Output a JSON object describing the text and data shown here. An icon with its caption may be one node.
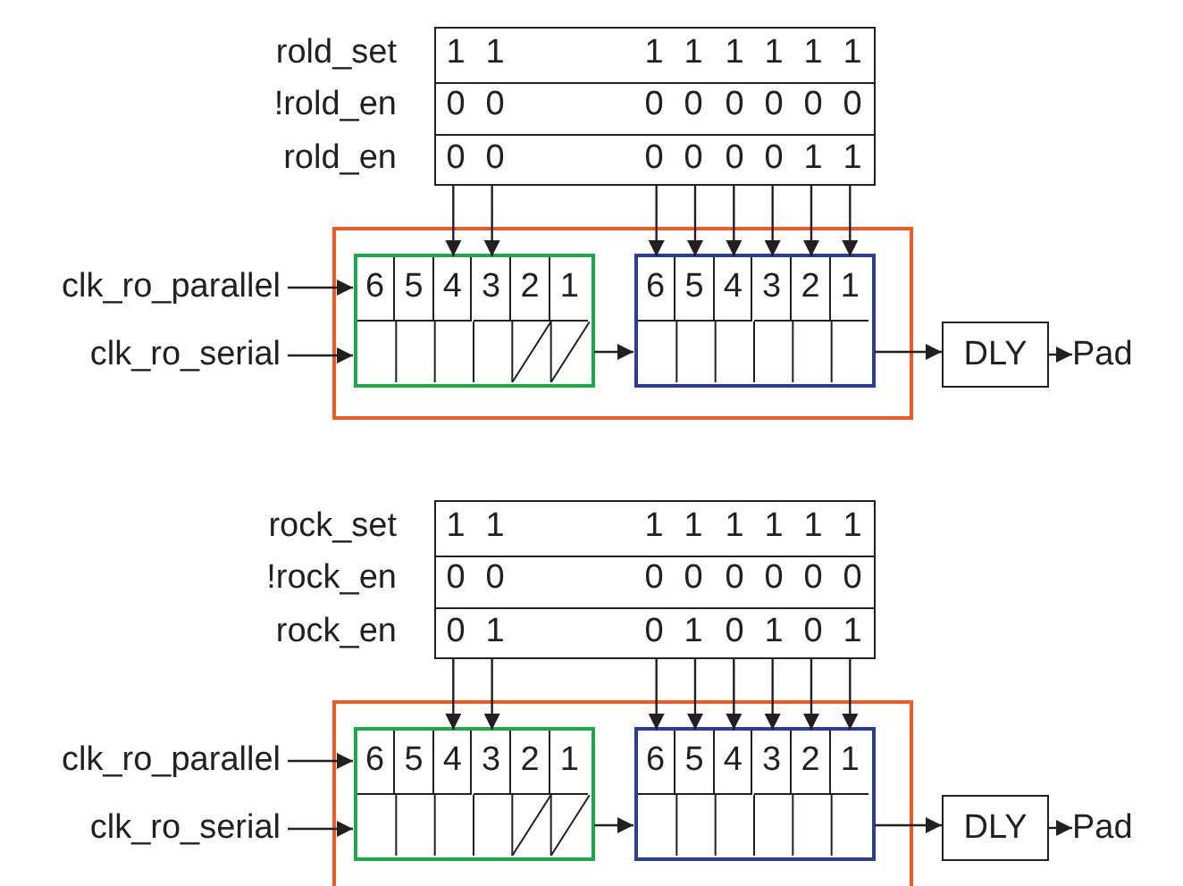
{
  "diagram": {
    "nodes": [
      {
        "text": [],
        "shape": "box"
      },
      {
        "text": [],
        "shape": "box"
      },
      {
        "text": [],
        "shape": "box",
        "in": 1
      },
      {
        "text": [
          "6"
        ],
        "in": 2
      },
      {
        "text": [
          "5"
        ],
        "in": 2
      },
      {
        "text": [
          "4"
        ],
        "in": 2
      },
      {
        "text": [
          "3"
        ],
        "in": 2
      },
      {
        "text": [
          "2"
        ],
        "in": 2
      },
      {
        "text": [
          "1"
        ],
        "in": 2
      },
      {
        "text": [],
        "shape": "box",
        "in": 1
      },
      {
        "text": [
          "6"
        ],
        "in": 9
      },
      {
        "text": [
          "5"
        ],
        "in": 9
      },
      {
        "text": [
          "4"
        ],
        "in": 9
      },
      {
        "text": [
          "3"
        ],
        "in": 9
      },
      {
        "text": [
          "2"
        ],
        "in": 9
      },
      {
        "text": [
          "1"
        ],
        "in": 9
      },
      {
        "text": [
          "clk_ro_parallel"
        ]
      },
      {
        "text": [
          "clk_ro_serial"
        ]
      },
      {
        "text": [
          "DLY"
        ]
      },
      {
        "text": [
          "Pad"
        ]
      },
      {
        "text": [],
        "shape": "box"
      },
      {
        "text": [],
        "shape": "box"
      },
      {
        "text": [],
        "shape": "box",
        "in": 21
      },
      {
        "text": [
          "6"
        ],
        "in": 22
      },
      {
        "text": [
          "5"
        ],
        "in": 22
      },
      {
        "text": [
          "4"
        ],
        "in": 22
      },
      {
        "text": [
          "3"
        ],
        "in": 22
      },
      {
        "text": [
          "2"
        ],
        "in": 22
      },
      {
        "text": [
          "1"
        ],
        "in": 22
      },
      {
        "text": [],
        "shape": "box",
        "in": 21
      },
      {
        "text": [
          "6"
        ],
        "in": 29
      },
      {
        "text": [
          "5"
        ],
        "in": 29
      },
      {
        "text": [
          "4"
        ],
        "in": 29
      },
      {
        "text": [
          "3"
        ],
        "in": 29
      },
      {
        "text": [
          "2"
        ],
        "in": 29
      },
      {
        "text": [
          "1"
        ],
        "in": 29
      },
      {
        "text": [
          "clk_ro_parallel"
        ]
      },
      {
        "text": [
          "clk_ro_serial"
        ]
      },
      {
        "text": [
          "DLY"
        ]
      },
      {
        "text": [
          "Pad"
        ]
      }
    ],
    "edges": [
      {
        "from": 16,
        "to": 2,
        "arrow": "to"
      },
      {
        "from": 17,
        "to": 2,
        "arrow": "to"
      },
      {
        "from": 2,
        "to": 9,
        "arrow": "to"
      },
      {
        "from": 9,
        "to": 18,
        "arrow": "to"
      },
      {
        "from": 18,
        "to": 19,
        "arrow": "to"
      },
      {
        "from": 0,
        "to": 5,
        "arrow": "to"
      },
      {
        "from": 0,
        "to": 6,
        "arrow": "to"
      },
      {
        "from": 0,
        "to": 10,
        "arrow": "to"
      },
      {
        "from": 0,
        "to": 11,
        "arrow": "to"
      },
      {
        "from": 0,
        "to": 12,
        "arrow": "to"
      },
      {
        "from": 0,
        "to": 13,
        "arrow": "to"
      },
      {
        "from": 0,
        "to": 14,
        "arrow": "to"
      },
      {
        "from": 0,
        "to": 15,
        "arrow": "to"
      },
      {
        "from": 36,
        "to": 22,
        "arrow": "to"
      },
      {
        "from": 37,
        "to": 22,
        "arrow": "to"
      },
      {
        "from": 22,
        "to": 29,
        "arrow": "to"
      },
      {
        "from": 29,
        "to": 38,
        "arrow": "to"
      },
      {
        "from": 38,
        "to": 39,
        "arrow": "to"
      },
      {
        "from": 20,
        "to": 25,
        "arrow": "to"
      },
      {
        "from": 20,
        "to": 26,
        "arrow": "to"
      },
      {
        "from": 20,
        "to": 30,
        "arrow": "to"
      },
      {
        "from": 20,
        "to": 31,
        "arrow": "to"
      },
      {
        "from": 20,
        "to": 32,
        "arrow": "to"
      },
      {
        "from": 20,
        "to": 33,
        "arrow": "to"
      },
      {
        "from": 20,
        "to": 34,
        "arrow": "to"
      },
      {
        "from": 20,
        "to": 35,
        "arrow": "to"
      }
    ],
    "labels": [
      "rold_set",
      "1",
      "1",
      "1",
      "1",
      "1",
      "1",
      "1",
      "1",
      "!rold_en",
      "0",
      "0",
      "0",
      "0",
      "0",
      "0",
      "0",
      "0",
      "rold_en",
      "0",
      "0",
      "0",
      "0",
      "0",
      "0",
      "1",
      "1",
      "rock_set",
      "1",
      "1",
      "1",
      "1",
      "1",
      "1",
      "1",
      "1",
      "!rock_en",
      "0",
      "0",
      "0",
      "0",
      "0",
      "0",
      "0",
      "0",
      "rock_en",
      "0",
      "1",
      "0",
      "1",
      "0",
      "1",
      "0",
      "1"
    ]
  }
}
